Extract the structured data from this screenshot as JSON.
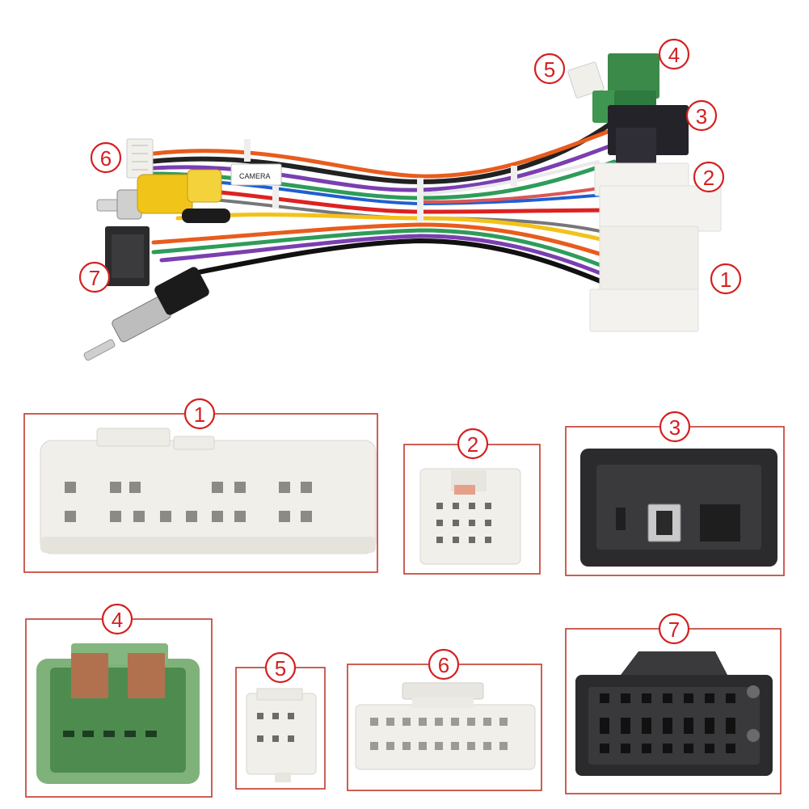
{
  "harness": {
    "camera_label": "CAMERA",
    "labels": [
      "1",
      "2",
      "3",
      "4",
      "5",
      "6",
      "7"
    ]
  },
  "panels": [
    {
      "id": "1",
      "label": "1"
    },
    {
      "id": "2",
      "label": "2"
    },
    {
      "id": "3",
      "label": "3"
    },
    {
      "id": "4",
      "label": "4"
    },
    {
      "id": "5",
      "label": "5"
    },
    {
      "id": "6",
      "label": "6"
    },
    {
      "id": "7",
      "label": "7"
    }
  ],
  "colors": {
    "label_red": "#d42020",
    "frame_red": "#c0392b",
    "connector_white": "#f1efea",
    "connector_black": "#2b2b2d",
    "connector_green": "#6fa06a",
    "rca_yellow": "#f0c419"
  }
}
